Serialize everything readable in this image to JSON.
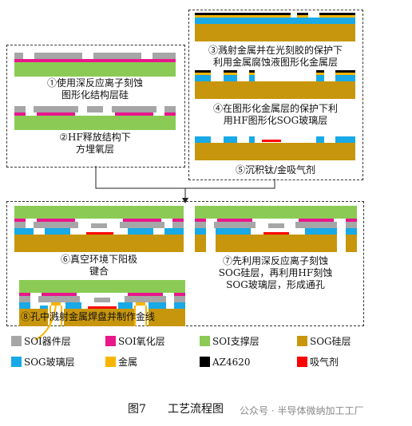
{
  "colors": {
    "soi_device": "#a6a6a6",
    "soi_oxide": "#e8178c",
    "soi_support": "#8bcb55",
    "sog_silicon": "#c8960c",
    "sog_glass": "#18a9e6",
    "metal": "#f7b500",
    "az4620": "#000000",
    "getter": "#ff0000"
  },
  "steps": [
    {
      "label": "①使用深反应离子刻蚀\n图形化结构层硅"
    },
    {
      "label": "②HF释放结构下\n方埋氧层"
    },
    {
      "label": "③溅射金属并在光刻胶的保护下\n利用金属腐蚀液图形化金属层"
    },
    {
      "label": "④在图形化金属层的保护下利\n用HF图形化SOG玻璃层"
    },
    {
      "label": "⑤沉积钛/金吸气剂"
    },
    {
      "label": "⑥真空环境下阳极\n键合"
    },
    {
      "label": "⑦先利用深反应离子刻蚀\nSOG硅层，再利用HF刻蚀\nSOG玻璃层，形成通孔"
    },
    {
      "label": "⑧孔中溅射金属焊盘并制作金线"
    }
  ],
  "legend": [
    {
      "label": "SOI器件层",
      "color_key": "soi_device"
    },
    {
      "label": "SOI氧化层",
      "color_key": "soi_oxide"
    },
    {
      "label": "SOI支撑层",
      "color_key": "soi_support"
    },
    {
      "label": "SOG硅层",
      "color_key": "sog_silicon"
    },
    {
      "label": "SOG玻璃层",
      "color_key": "sog_glass"
    },
    {
      "label": "金属",
      "color_key": "metal"
    },
    {
      "label": "AZ4620",
      "color_key": "az4620"
    },
    {
      "label": "吸气剂",
      "color_key": "getter"
    }
  ],
  "figure": {
    "label": "图7",
    "title": "工艺流程图"
  },
  "watermark": "公众号 · 半导体微纳加工工厂"
}
